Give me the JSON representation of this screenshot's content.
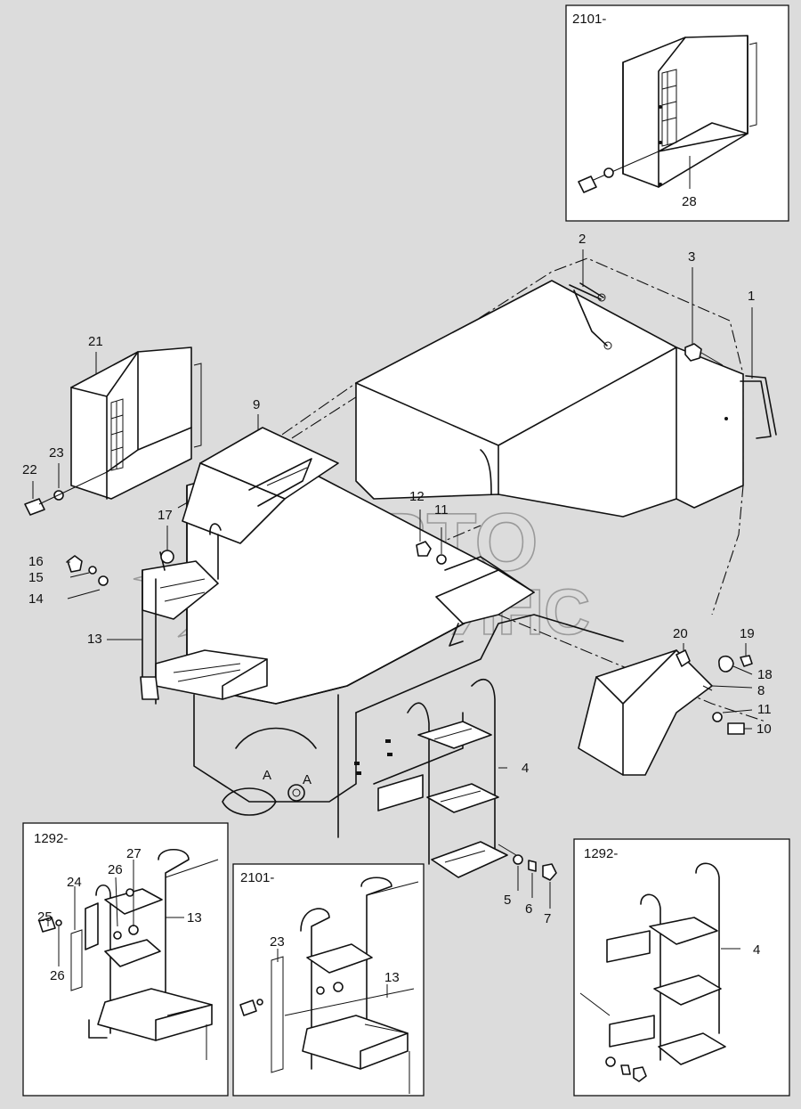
{
  "watermark": {
    "line1": "АВТО",
    "line2": "АЛЬЯНС"
  },
  "insets": [
    {
      "code": "2101-"
    },
    {
      "code": "1292-"
    },
    {
      "code": "2101-"
    },
    {
      "code": "1292-"
    }
  ],
  "callouts": {
    "p1": "1",
    "p2": "2",
    "p3": "3",
    "p4": "4",
    "p4b": "4",
    "p5": "5",
    "p6": "6",
    "p7": "7",
    "p8": "8",
    "p9": "9",
    "p10": "10",
    "p11a": "11",
    "p11b": "11",
    "p12": "12",
    "p13a": "13",
    "p13b": "13",
    "p13c": "13",
    "p14": "14",
    "p15": "15",
    "p16": "16",
    "p17": "17",
    "p18": "18",
    "p19": "19",
    "p20": "20",
    "p21": "21",
    "p22": "22",
    "p23a": "23",
    "p23b": "23",
    "p24": "24",
    "p25": "25",
    "p26a": "26",
    "p26b": "26",
    "p27": "27",
    "p28": "28"
  },
  "marks": {
    "a1": "A",
    "a2": "A"
  }
}
